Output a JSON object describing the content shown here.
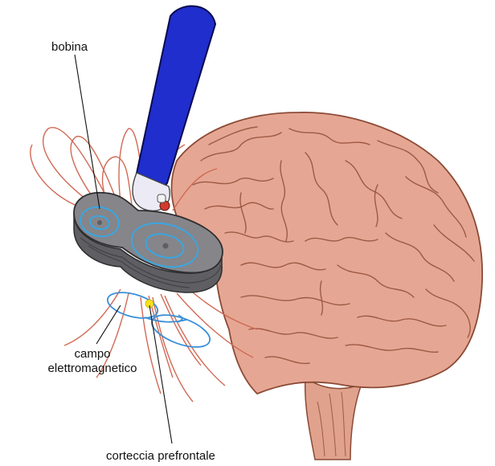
{
  "labels": {
    "coil": "bobina",
    "field_line1": "campo",
    "field_line2": "elettromagnetico",
    "cortex": "corteccia prefrontale"
  },
  "colors": {
    "brain_fill": "#E5A793",
    "brain_stroke": "#8C4A36",
    "brain_fold": "#9E5A44",
    "cerebellum_fill": "#D9987F",
    "handle_fill": "#1F2ECC",
    "handle_stroke": "#0A0A50",
    "coil_fill": "#6E6E72",
    "coil_top": "#85858A",
    "coil_wind": "#3AA6E0",
    "field_lines": "#D06A55",
    "field_loops": "#3A8FD8",
    "target_spot": "#F7E020",
    "leader": "#111111"
  },
  "icons": [
    "tms-coil-icon",
    "brain-illustration",
    "red-indicator-light"
  ]
}
